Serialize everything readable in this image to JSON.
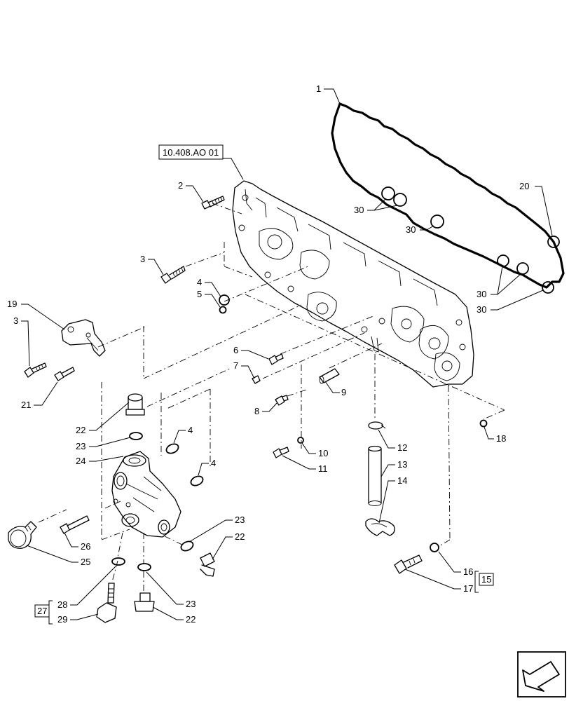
{
  "reference": "10.408.AO 01",
  "callouts": {
    "c1": "1",
    "c2": "2",
    "c3a": "3",
    "c3b": "3",
    "c4a": "4",
    "c4b": "4",
    "c4c": "4",
    "c5": "5",
    "c6": "6",
    "c7": "7",
    "c8": "8",
    "c9": "9",
    "c10": "10",
    "c11": "11",
    "c12": "12",
    "c13": "13",
    "c14": "14",
    "c15": "15",
    "c16": "16",
    "c17": "17",
    "c18": "18",
    "c19": "19",
    "c20": "20",
    "c21": "21",
    "c22a": "22",
    "c22b": "22",
    "c22c": "22",
    "c23a": "23",
    "c23b": "23",
    "c23c": "23",
    "c24": "24",
    "c25": "25",
    "c26": "26",
    "c27": "27",
    "c28": "28",
    "c29": "29",
    "c30a": "30",
    "c30b": "30",
    "c30c": "30",
    "c30d": "30"
  },
  "nav_icon": "next-page-arrow-icon"
}
